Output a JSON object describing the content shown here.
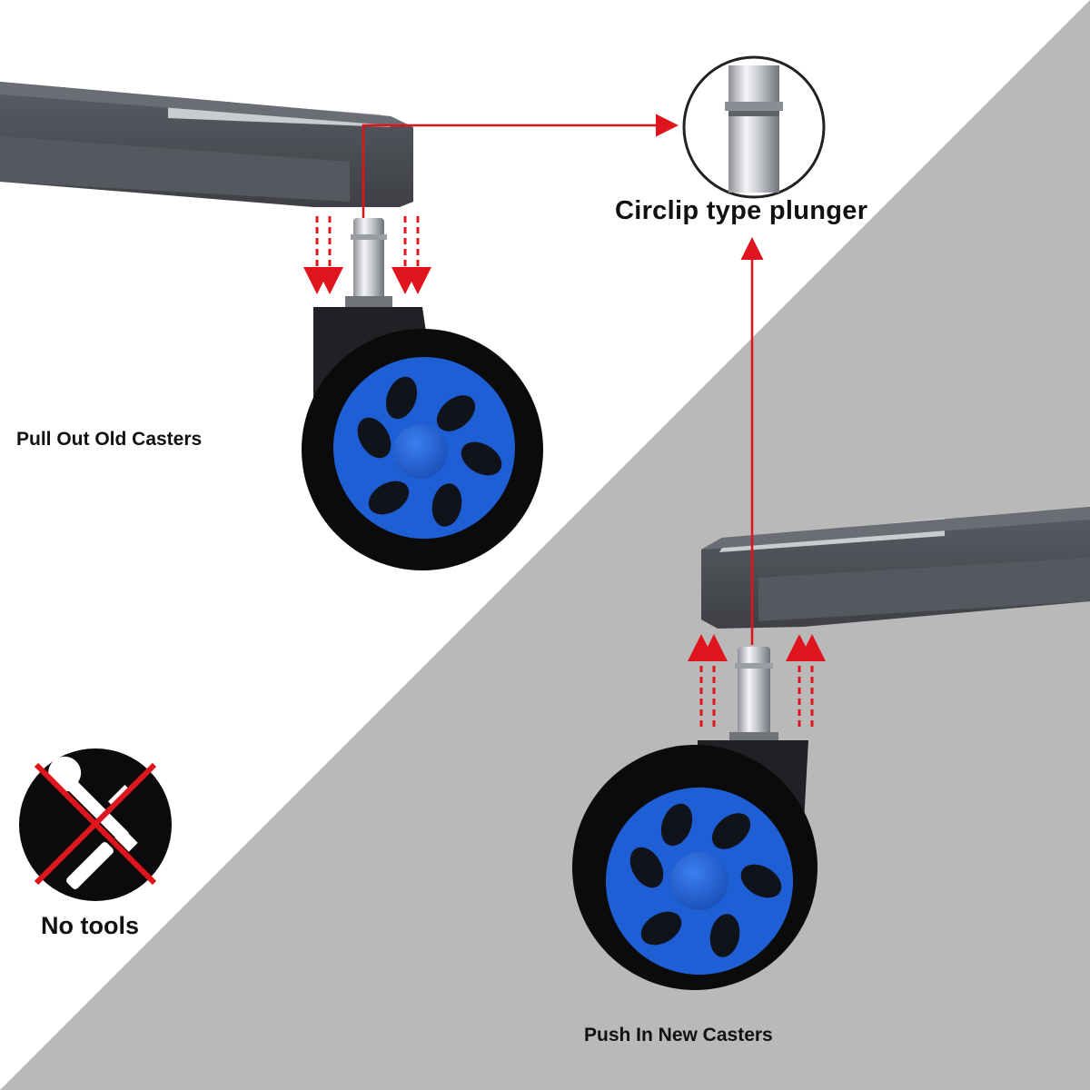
{
  "labels": {
    "plunger": "Circlip type plunger",
    "pull_out": "Pull Out Old Casters",
    "push_in": "Push In New Casters",
    "no_tools": "No tools"
  },
  "colors": {
    "background_light": "#ffffff",
    "background_gray": "#b9b9b9",
    "chair_base": "#4a4c52",
    "wheel_tire": "#0b0b0c",
    "wheel_hub": "#1f5fd6",
    "arrow_red": "#e0141c"
  },
  "icons": {
    "no_tools_badge": "crossed-wrench-screwdriver-icon"
  }
}
